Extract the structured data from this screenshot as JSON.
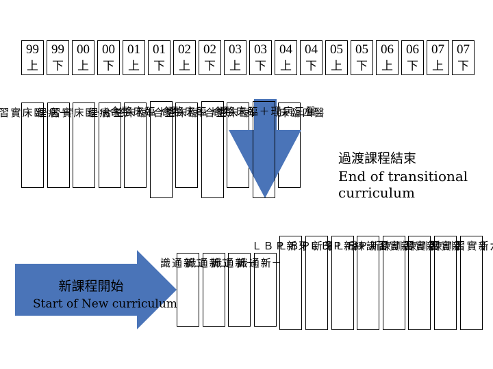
{
  "semesters": [
    {
      "year": "99",
      "half": "上"
    },
    {
      "year": "99",
      "half": "下"
    },
    {
      "year": "00",
      "half": "上"
    },
    {
      "year": "00",
      "half": "下"
    },
    {
      "year": "01",
      "half": "上"
    },
    {
      "year": "01",
      "half": "下"
    },
    {
      "year": "02",
      "half": "上"
    },
    {
      "year": "02",
      "half": "下"
    },
    {
      "year": "03",
      "half": "上"
    },
    {
      "year": "03",
      "half": "下"
    },
    {
      "year": "04",
      "half": "上"
    },
    {
      "year": "04",
      "half": "下"
    },
    {
      "year": "05",
      "half": "上"
    },
    {
      "year": "05",
      "half": "下"
    },
    {
      "year": "06",
      "half": "上"
    },
    {
      "year": "06",
      "half": "下"
    },
    {
      "year": "07",
      "half": "上"
    },
    {
      "year": "07",
      "half": "下"
    }
  ],
  "old_curriculum": [
    "醫\n七\n臨\n床\n實\n習",
    "醫\n一\n病\n理",
    "醫\n七\n臨\n床\n實\n習",
    "醫\n一\n病\n理",
    "醫\n四\n臨\n床\n整\n合",
    "醫\n三\n病\n理\n＋\n臨\n床\n整\n合",
    "醫\n四\n臨\n床\n整\n合",
    "醫\n三\n病\n理\n＋\n臨\n床\n整\n合",
    "醫\n四\n臨\n床\n整\n合",
    "醫\n三\n病\n理\n＋\n臨\n床\n整\n合",
    "醫\n四\n臨\n床\n整\n合"
  ],
  "new_curriculum": [
    "醫\n二\n新\n通\n識",
    "醫\n二\n新\n通\n識",
    "醫\n一\n新\n通\n識",
    "醫\n一\n新\n通\n識",
    "醫\n三\n牙\n新\nＰ\nＢ\nＬ",
    "醫\n三\n牙\n新\nＰ\nＢ\nＬ",
    "醫\n四\n新\nＰ\nＢ\nＬ",
    "醫\n四\n新\nＰ\nＢ\nＬ",
    "醫\n五\n新\n實\n習\n訓\n練",
    "醫\n五\n新\n實\n習\n訓\n練",
    "醫\n六\n新\n實\n習\n訓\n練",
    "醫\n六\n新\n實\n習\n訓\n練"
  ],
  "end_label": {
    "zh": "過渡課程結束",
    "en": "End of transitional curriculum"
  },
  "start_label": {
    "zh": "新課程開始",
    "en": "Start of New curriculum"
  },
  "colors": {
    "arrow": "#4a74b8",
    "border": "#000000"
  }
}
